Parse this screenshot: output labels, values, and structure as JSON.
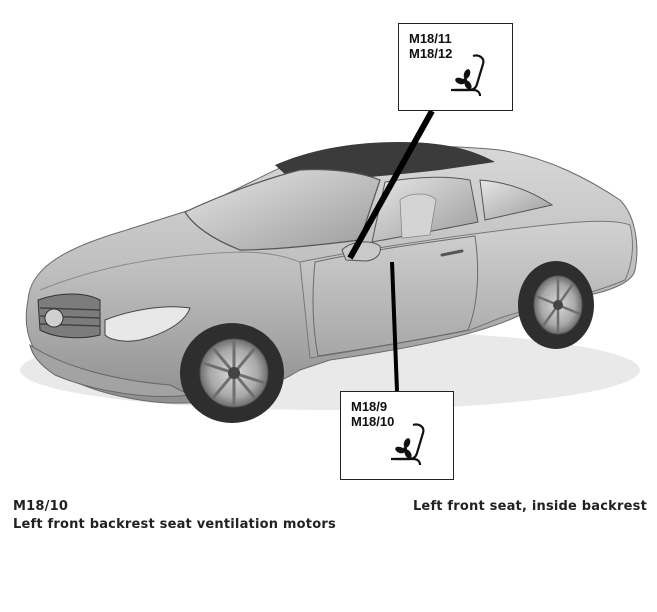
{
  "callouts": {
    "top": {
      "codes": [
        "M18/11",
        "M18/12"
      ],
      "icon": "ventilated-seat-icon"
    },
    "bottom": {
      "codes": [
        "M18/9",
        "M18/10"
      ],
      "icon": "ventilated-seat-icon"
    }
  },
  "caption": {
    "code": "M18/10",
    "description": "Left front backrest seat ventilation motors",
    "location": "Left front seat, inside backrest"
  },
  "colors": {
    "car_body": "#bdbdbd",
    "leader_line": "#000000",
    "border": "#222222"
  }
}
